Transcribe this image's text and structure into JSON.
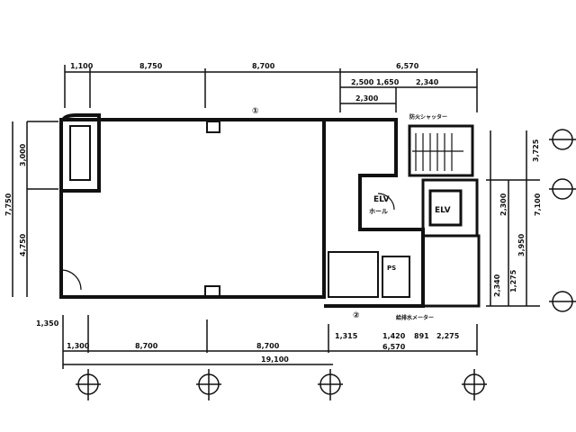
{
  "top_dims": {
    "d1": "1,100",
    "d2": "8,750",
    "d3": "8,700",
    "d4": "6,570",
    "d5": "2,500",
    "d6": "1,650",
    "d7": "2,340",
    "d8": "2,300"
  },
  "left_dims": {
    "total": "7,750",
    "upper": "3,000",
    "lower": "4,750",
    "offset": "1,350"
  },
  "right_dims": {
    "r1": "3,725",
    "r2": "2,300",
    "r3": "3,950",
    "r4": "7,100",
    "r5": "2,340",
    "r6": "1,275"
  },
  "bottom_dims": {
    "b1": "1,300",
    "b2": "8,700",
    "b3": "8,700",
    "b4": "6,570",
    "b5": "1,315",
    "b6": "1,420",
    "b7": "891",
    "b8": "2,275",
    "total": "19,100"
  },
  "rooms": {
    "elv_hall": "ELV",
    "elv_hall_sub": "ホール",
    "elevator": "ELV",
    "pipe_shaft": "PS",
    "mark_a": "①",
    "mark_b": "②"
  },
  "notes": {
    "top_note": "防火シャッター",
    "bottom_note": "給排水メーター"
  }
}
